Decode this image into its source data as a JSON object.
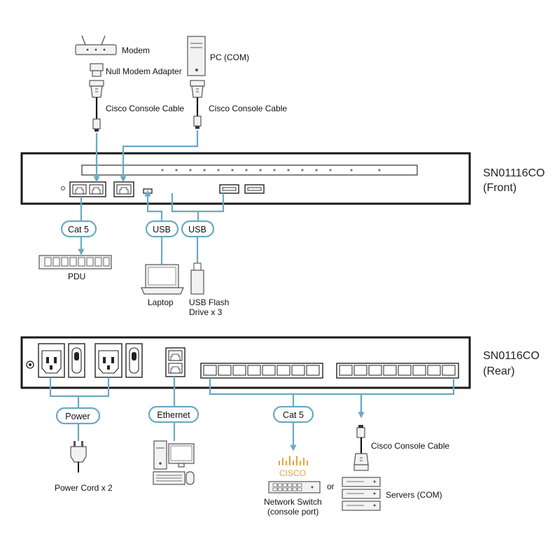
{
  "front": {
    "model": "SN01116CO",
    "side": "(Front)",
    "top_devices": {
      "modem": "Modem",
      "null_modem": "Null Modem Adapter",
      "pc": "PC (COM)",
      "cable_left": "Cisco Console Cable",
      "cable_right": "Cisco Console Cable"
    },
    "pills": {
      "cat5": "Cat 5",
      "usb1": "USB",
      "usb2": "USB"
    },
    "pdu": "PDU",
    "laptop": "Laptop",
    "flash_line1": "USB Flash",
    "flash_line2": "Drive x 3"
  },
  "rear": {
    "model": "SN0116CO",
    "side": "(Rear)",
    "pills": {
      "power": "Power",
      "ethernet": "Ethernet",
      "cat5": "Cat 5"
    },
    "power_cord": "Power Cord x 2",
    "cisco": "CISCO",
    "network_switch_line1": "Network Switch",
    "network_switch_line2": "(console port)",
    "or": "or",
    "cisco_cable": "Cisco Console Cable",
    "servers": "Servers (COM)"
  },
  "colors": {
    "cable": "#6aa9c4",
    "outline": "#1a1a1a",
    "cisco_brand": "#e8a33a"
  },
  "icons": [
    "modem-icon",
    "pc-tower-icon",
    "rj45-connector-icon",
    "db9-connector-icon",
    "laptop-icon",
    "usb-flash-drive-icon",
    "pdu-icon",
    "power-cord-icon",
    "desktop-computer-icon",
    "network-switch-icon",
    "server-stack-icon",
    "cisco-logo"
  ]
}
